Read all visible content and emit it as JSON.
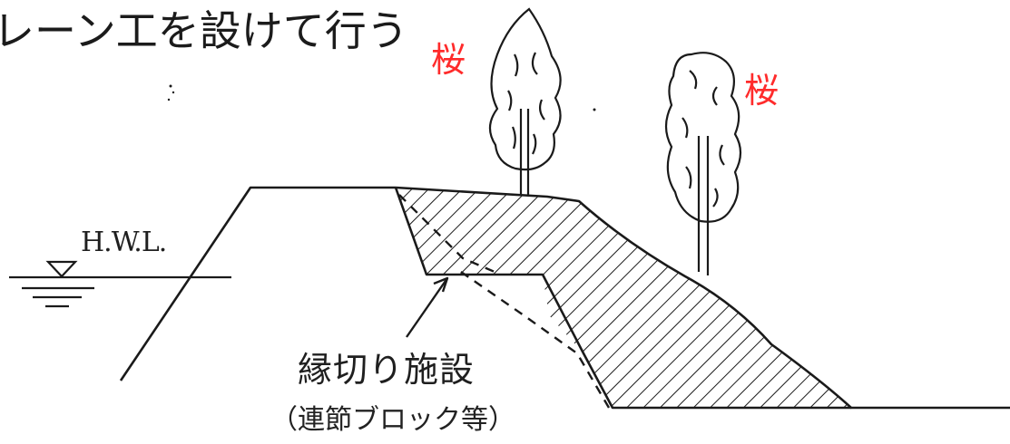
{
  "heading": "レーン工を設けて行う",
  "tree_labels": {
    "left": "桜",
    "right": "桜"
  },
  "water_level_label": "H.W.L.",
  "facility_label": "縁切り施設",
  "facility_sublabel": "（連節ブロック等）",
  "colors": {
    "line": "#1a1a1a",
    "annotation": "#ff2b2b",
    "background": "#ffffff"
  },
  "icons": {
    "water_level_marker": "triangle-down-icon",
    "annotation_arrow": "arrow-up-right-icon",
    "tree_left": "tree-icon",
    "tree_right": "tree-icon"
  }
}
